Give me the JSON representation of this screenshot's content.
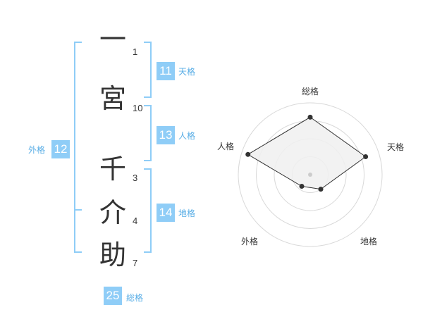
{
  "name": {
    "chars": [
      {
        "char": "一",
        "strokes": "1"
      },
      {
        "char": "宮",
        "strokes": "10"
      },
      {
        "char": "千",
        "strokes": "3"
      },
      {
        "char": "介",
        "strokes": "4"
      },
      {
        "char": "助",
        "strokes": "7"
      }
    ]
  },
  "kaku": {
    "tenkaku": {
      "value": "11",
      "label": "天格"
    },
    "jinkaku": {
      "value": "13",
      "label": "人格"
    },
    "chikaku": {
      "value": "14",
      "label": "地格"
    },
    "gaikaku": {
      "value": "12",
      "label": "外格"
    },
    "soukaku": {
      "value": "25",
      "label": "総格"
    }
  },
  "colors": {
    "bracket": "#8fcdf7",
    "badge_bg": "#8fcdf7",
    "badge_text": "#ffffff",
    "label_text": "#5aaee6",
    "radar_ring": "#d9d9d9",
    "radar_fill": "#f0f0f0",
    "radar_line": "#333333"
  },
  "chart_data": {
    "type": "radar",
    "categories": [
      "総格",
      "天格",
      "地格",
      "外格",
      "人格"
    ],
    "values": [
      0.8,
      0.81,
      0.25,
      0.2,
      0.91
    ],
    "range": [
      0,
      1
    ],
    "rings": 4
  }
}
